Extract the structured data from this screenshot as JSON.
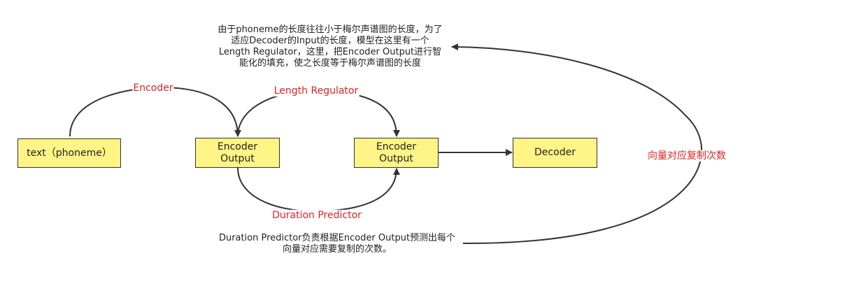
{
  "nodes": {
    "text": "text（phoneme）",
    "encoder_output_1": "Encoder\nOutput",
    "encoder_output_2": "Encoder\nOutput",
    "decoder": "Decoder"
  },
  "edge_labels": {
    "encoder": "Encoder",
    "length_regulator": "Length Regulator",
    "duration_predictor": "Duration Predictor",
    "copy_count": "向量对应复制次数"
  },
  "notes": {
    "top": "由于phoneme的长度往往小于梅尔声谱图的长度，为了\n适应Decoder的Input的长度，模型在这里有一个\nLength Regulator，这里，把Encoder Output进行智\n能化的填充，使之长度等于梅尔声谱图的长度",
    "bottom": "Duration Predictor负责根据Encoder Output预测出每个\n向量对应需要复制的次数。"
  },
  "colors": {
    "node_fill": "#fff485",
    "node_border": "#333333",
    "edge_stroke": "#333333",
    "label_red": "#e32222"
  }
}
